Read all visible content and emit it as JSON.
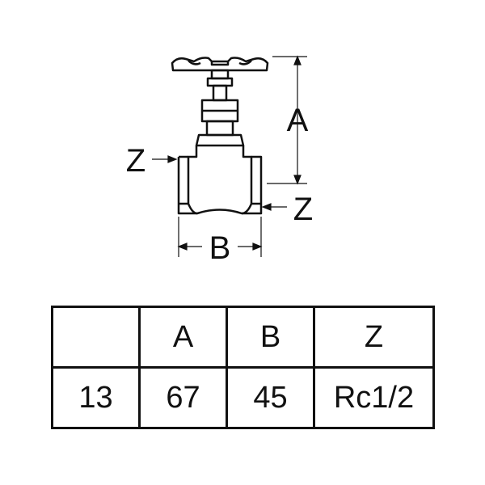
{
  "diagram": {
    "labels": {
      "dimension_height": "A",
      "dimension_width": "B",
      "thread_left": "Z",
      "thread_right": "Z"
    }
  },
  "spec_table": {
    "headers": [
      "",
      "A",
      "B",
      "Z"
    ],
    "rows": [
      [
        "13",
        "67",
        "45",
        "Rc1/2"
      ]
    ]
  }
}
